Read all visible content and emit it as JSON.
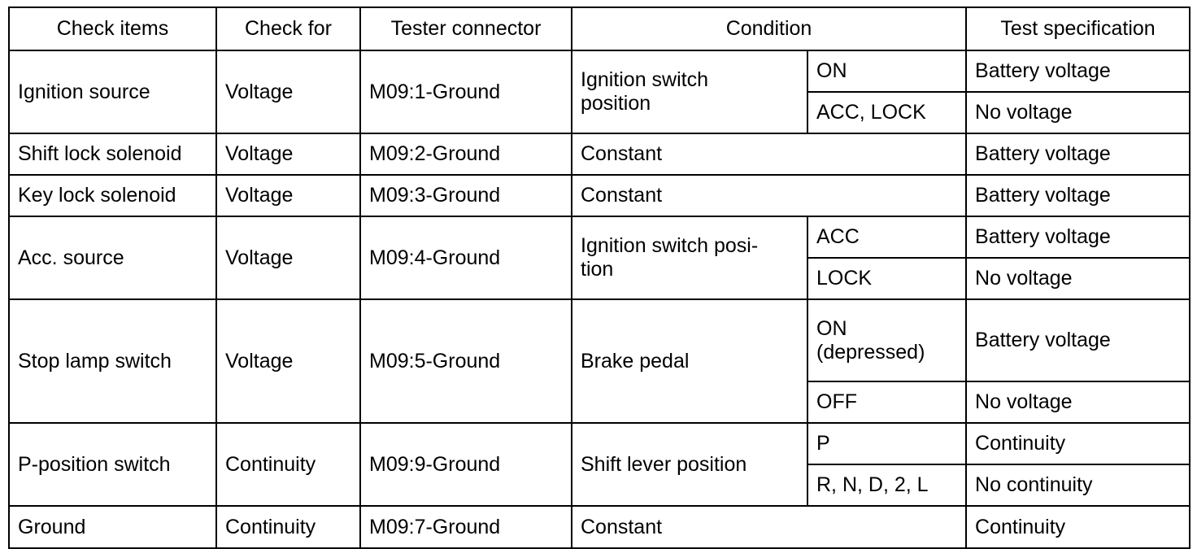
{
  "table": {
    "headers": [
      "Check items",
      "Check for",
      "Tester connector",
      "Condition",
      "Test specification"
    ],
    "rows": [
      {
        "check_item": "Ignition source",
        "check_for": "Voltage",
        "tester_connector": "M09:1-Ground",
        "condition": "Ignition switch position",
        "sub_conditions": [
          {
            "state": "ON",
            "spec": "Battery voltage"
          },
          {
            "state": "ACC, LOCK",
            "spec": "No voltage"
          }
        ]
      },
      {
        "check_item": "Shift lock solenoid",
        "check_for": "Voltage",
        "tester_connector": "M09:2-Ground",
        "condition": "Constant",
        "sub_conditions": [
          {
            "state": "",
            "spec": "Battery voltage"
          }
        ]
      },
      {
        "check_item": "Key lock solenoid",
        "check_for": "Voltage",
        "tester_connector": "M09:3-Ground",
        "condition": "Constant",
        "sub_conditions": [
          {
            "state": "",
            "spec": "Battery voltage"
          }
        ]
      },
      {
        "check_item": "Acc. source",
        "check_for": "Voltage",
        "tester_connector": "M09:4-Ground",
        "condition": "Ignition switch posi-tion",
        "sub_conditions": [
          {
            "state": "ACC",
            "spec": "Battery voltage"
          },
          {
            "state": "LOCK",
            "spec": "No voltage"
          }
        ]
      },
      {
        "check_item": "Stop lamp switch",
        "check_for": "Voltage",
        "tester_connector": "M09:5-Ground",
        "condition": "Brake pedal",
        "sub_conditions": [
          {
            "state": "ON (depressed)",
            "spec": "Battery voltage"
          },
          {
            "state": "OFF",
            "spec": "No voltage"
          }
        ]
      },
      {
        "check_item": "P-position switch",
        "check_for": "Continuity",
        "tester_connector": "M09:9-Ground",
        "condition": "Shift lever position",
        "sub_conditions": [
          {
            "state": "P",
            "spec": "Continuity"
          },
          {
            "state": "R, N, D, 2, L",
            "spec": "No continuity"
          }
        ]
      },
      {
        "check_item": "Ground",
        "check_for": "Continuity",
        "tester_connector": "M09:7-Ground",
        "condition": "Constant",
        "sub_conditions": [
          {
            "state": "",
            "spec": "Continuity"
          }
        ]
      }
    ]
  },
  "cells": {
    "r1_state1": "ON",
    "r1_state2": "ACC, LOCK",
    "r1_spec1": "Battery voltage",
    "r1_spec2": "No voltage",
    "r1_cond_line1": "Ignition switch",
    "r1_cond_line2": "position",
    "r4_cond_line1": "Ignition switch posi-",
    "r4_cond_line2": "tion",
    "r4_state1": "ACC",
    "r4_state2": "LOCK",
    "r4_spec1": "Battery voltage",
    "r4_spec2": "No voltage",
    "r5_state1_line1": "ON",
    "r5_state1_line2": "(depressed)",
    "r5_state2": "OFF",
    "r5_spec1": "Battery voltage",
    "r5_spec2": "No voltage",
    "r6_state1": "P",
    "r6_state2": "R, N, D, 2, L",
    "r6_spec1": "Continuity",
    "r6_spec2": "No continuity"
  },
  "colors": {
    "border": "#000000",
    "text": "#000000",
    "background": "#ffffff"
  }
}
